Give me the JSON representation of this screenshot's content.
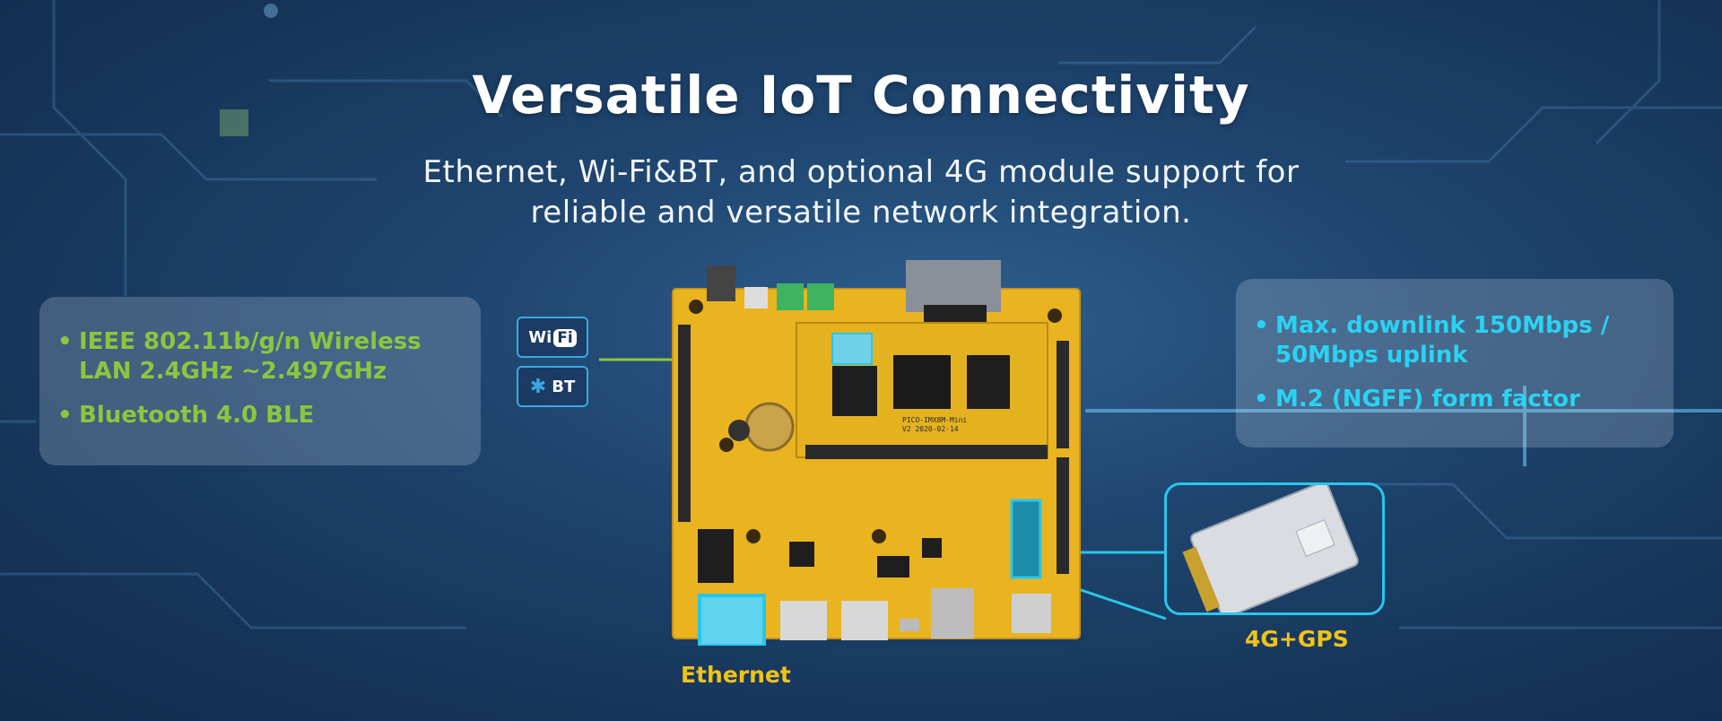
{
  "title": "Versatile IoT Connectivity",
  "subtitle": [
    "Ethernet, Wi-Fi&BT, and optional 4G module support for",
    "reliable and versatile network integration."
  ],
  "left_panel": {
    "items": [
      "IEEE 802.11b/g/n Wireless LAN 2.4GHz ~2.497GHz",
      "Bluetooth 4.0 BLE"
    ]
  },
  "right_panel": {
    "items": [
      "Max. downlink 150Mbps / 50Mbps uplink",
      "M.2 (NGFF) form factor"
    ]
  },
  "badges": {
    "wifi_text_a": "Wi",
    "wifi_text_b": "Fi",
    "bt_text": "BT"
  },
  "labels": {
    "ethernet": "Ethernet",
    "module": "4G+GPS"
  },
  "board_silkscreen": [
    "PICO-IMX8M-Mini",
    "V2 2020-02-14"
  ],
  "colors": {
    "accent_green": "#8cc63f",
    "accent_cyan": "#29d3f2",
    "label_yellow": "#f2c316",
    "board_yellow": "#eab420",
    "background": "#1f4670"
  },
  "icons": [
    "wifi-icon",
    "bluetooth-icon"
  ]
}
